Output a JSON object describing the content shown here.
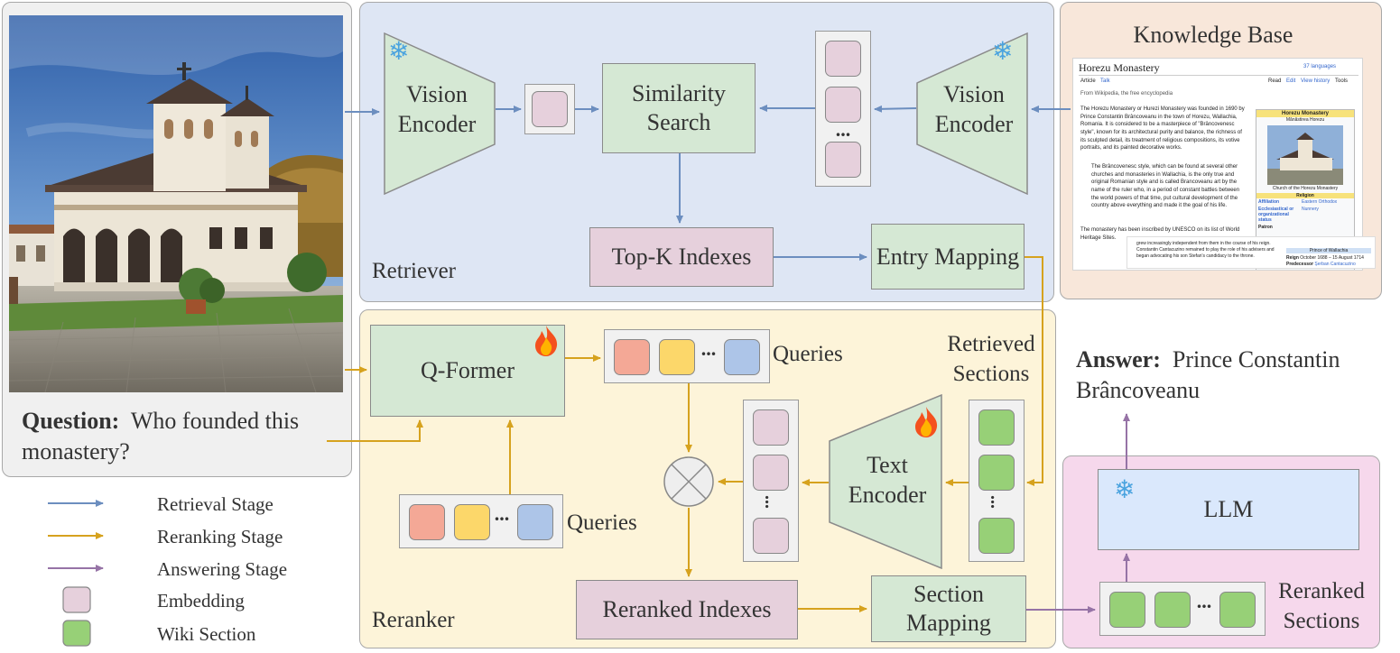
{
  "panels": {
    "retriever": "Retriever",
    "reranker": "Reranker",
    "knowledge_base": "Knowledge Base"
  },
  "retriever": {
    "vision_encoder_left": "Vision Encoder",
    "vision_encoder_right": "Vision Encoder",
    "similarity_search": "Similarity Search",
    "topk": "Top-K Indexes",
    "entry_mapping": "Entry Mapping",
    "ellipsis": "..."
  },
  "reranker": {
    "qformer": "Q-Former",
    "queries_top": "Queries",
    "queries_bottom": "Queries",
    "retrieved_sections": "Retrieved Sections",
    "text_encoder": "Text Encoder",
    "reranked_indexes": "Reranked Indexes",
    "section_mapping": "Section Mapping",
    "ellipsis": "..."
  },
  "question": {
    "label": "Question:",
    "text": "Who founded this monastery?"
  },
  "answer": {
    "label": "Answer:",
    "text": "Prince Constantin Brâncoveanu"
  },
  "llm": {
    "label": "LLM",
    "reranked_sections": "Reranked Sections",
    "ellipsis": "..."
  },
  "legend": [
    {
      "label": "Retrieval Stage",
      "kind": "arrow",
      "color": "#6c8ebf"
    },
    {
      "label": "Reranking Stage",
      "kind": "arrow",
      "color": "#d6a21e"
    },
    {
      "label": "Answering Stage",
      "kind": "arrow",
      "color": "#9673a6"
    },
    {
      "label": "Embedding",
      "kind": "box",
      "color": "#e6d0dc"
    },
    {
      "label": "Wiki Section",
      "kind": "box",
      "color": "#97d077"
    }
  ],
  "wiki": {
    "title": "Horezu Monastery",
    "languages": "37 languages",
    "tab_article": "Article",
    "tab_talk": "Talk",
    "tab_read": "Read",
    "tab_edit": "Edit",
    "tab_history": "View history",
    "tab_tools": "Tools",
    "from": "From Wikipedia, the free encyclopedia",
    "p1": "The Horezu Monastery or Hurezi Monastery was founded in 1690 by Prince Constantin Brâncoveanu in the town of Horezu, Wallachia, Romania. It is considered to be a masterpiece of \"Brâncovenesc style\", known for its architectural purity and balance, the richness of its sculpted detail, its treatment of religious compositions, its votive portraits, and its painted decorative works.",
    "p2": "The Brâncovenesc style, which can be found at several other churches and monasteries in Wallachia, is the only true and original Romanian style and is called Brancoveanu art by the name of the ruler who, in a period of constant battles between the world powers of that time, put cultural development of the country above everything and made it the goal of his life.",
    "p3": "The monastery has been inscribed by UNESCO on its list of World Heritage Sites.",
    "p4": "grew increasingly independent from them in the course of his reign. Constantin Cantacuzino remained to play the role of his advisers and began advocating his son Stefan's candidacy to the throne.",
    "infobox_title": "Horezu Monastery",
    "infobox_sub": "Mănăstirea Horezu",
    "caption": "Church of the Horezu Monastery",
    "religion": "Religion",
    "affiliation_k": "Affiliation",
    "affiliation_v": "Eastern Orthodox",
    "eccl_k": "Ecclesiastical or organizational status",
    "eccl_v": "Nunnery",
    "patron_k": "Patron",
    "prince": "Prince of Wallachia",
    "reign_k": "Reign",
    "reign_v": "October 1688 – 15 August 1714",
    "pred_k": "Predecessor",
    "pred_v": "Șerban Cantacuzino"
  }
}
